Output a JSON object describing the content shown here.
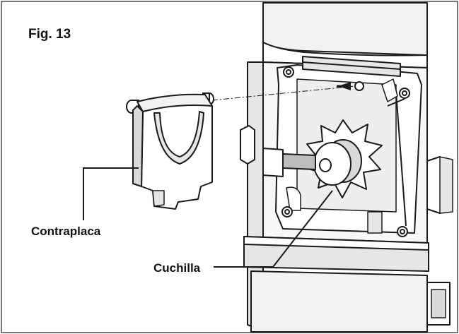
{
  "figure": {
    "title": "Fig. 13"
  },
  "callouts": {
    "contraplaca": "Contraplaca",
    "cuchilla": "Cuchilla"
  },
  "colors": {
    "line": "#1a1a1a",
    "fill_light": "#ffffff",
    "fill_shade": "#e6e6e6",
    "fill_dark": "#bdbdbd",
    "frame": "#4a4a4a"
  }
}
